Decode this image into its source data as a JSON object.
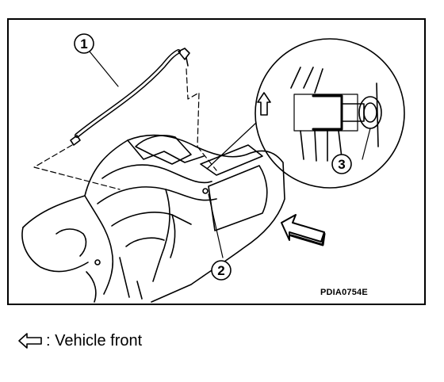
{
  "figure": {
    "code": "PDIA0754E",
    "callouts": [
      "1",
      "2",
      "3"
    ]
  },
  "legend": {
    "icon": "front-arrow-icon",
    "text": ": Vehicle front"
  }
}
